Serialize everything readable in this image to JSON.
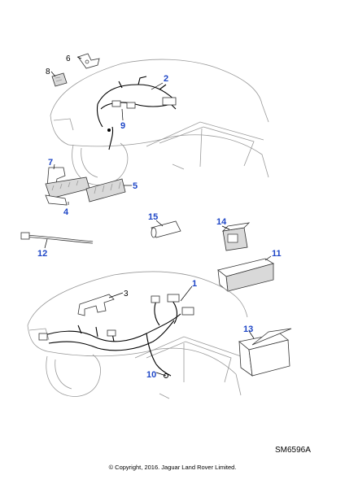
{
  "diagram": {
    "reference_code": "SM6596A",
    "copyright": "© Copyright, 2016. Jaguar Land Rover Limited.",
    "callouts": {
      "c1": "1",
      "c2": "2",
      "c3": "3",
      "c4": "4",
      "c5": "5",
      "c6": "6",
      "c7": "7",
      "c8": "8",
      "c9": "9",
      "c10": "10",
      "c11": "11",
      "c12": "12",
      "c13": "13",
      "c14": "14",
      "c15": "15"
    }
  }
}
